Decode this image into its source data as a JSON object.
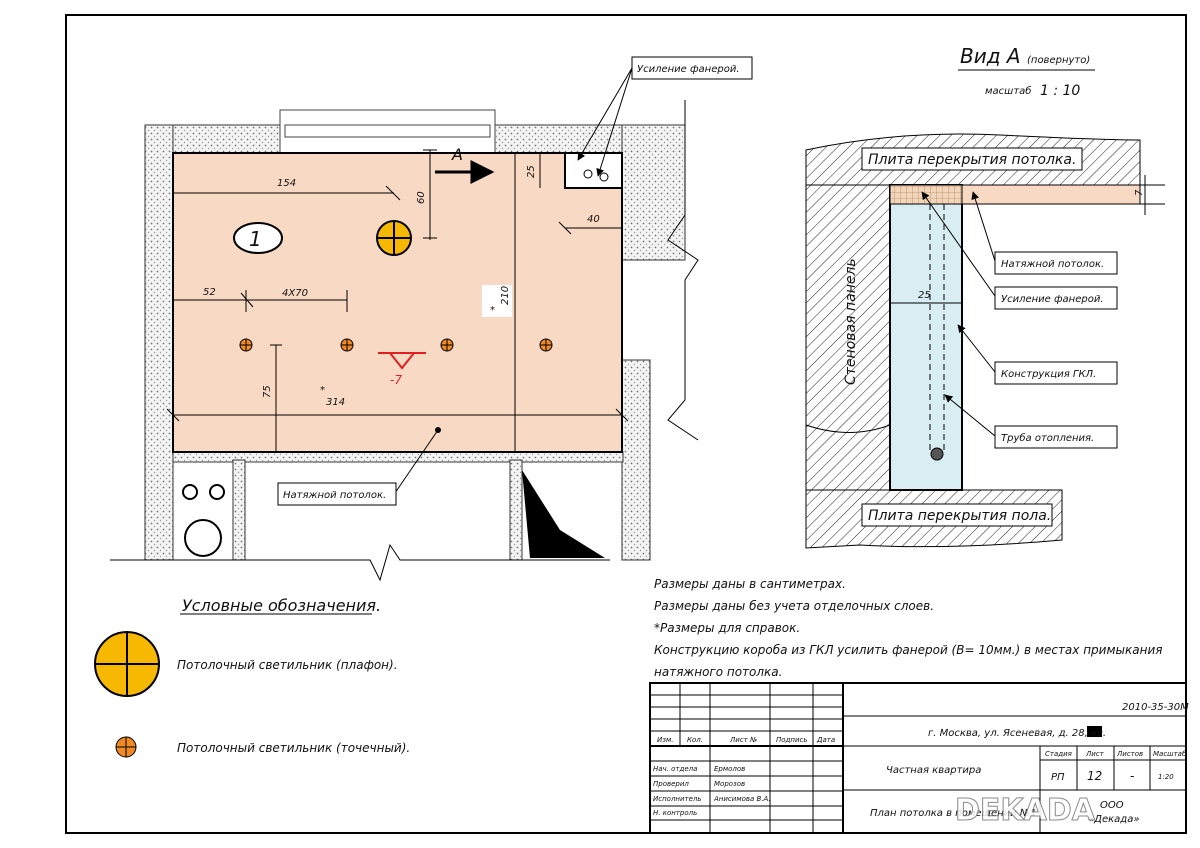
{
  "colors": {
    "room_fill": "#f7d9c4",
    "gkl_fill": "#d9eef2",
    "lamp_big": "#f6b800",
    "lamp_small": "#f08a24",
    "mark_red": "#e02020"
  },
  "plan": {
    "view_marker": "А",
    "room_number": "1",
    "level_mark": "-7",
    "dims": {
      "d154": "154",
      "d60": "60",
      "d25": "25",
      "d40": "40",
      "d52": "52",
      "d4x70": "4X70",
      "d210": "210",
      "d75": "75",
      "d314": "314",
      "star": "*"
    },
    "label_plywood": "Усиление фанерой.",
    "label_ceiling": "Натяжной потолок."
  },
  "section": {
    "title": "Вид А",
    "title_note": "(повернуто)",
    "scale_label": "масштаб",
    "scale_value": "1 : 10",
    "ceiling_slab": "Плита перекрытия потолка.",
    "floor_slab": "Плита перекрытия пола.",
    "wall_panel": "Стеновая панель",
    "dim_25": "25",
    "dim_7": "7",
    "callouts": {
      "ceiling": "Натяжной потолок.",
      "plywood": "Усиление фанерой.",
      "gkl": "Конструкция ГКЛ.",
      "pipe": "Труба отопления."
    }
  },
  "legend": {
    "title": "Условные обозначения.",
    "big_lamp": "Потолочный светильник (плафон).",
    "small_lamp": "Потолочный светильник (точечный)."
  },
  "notes": {
    "n1": "Размеры даны в сантиметрах.",
    "n2": "Размеры даны без учета отделочных слоев.",
    "n3": "*Размеры для справок.",
    "n4": "Конструкцию короба из ГКЛ усилить фанерой (В= 10мм.) в местах примыкания",
    "n5": "натяжного потолка."
  },
  "title_block": {
    "doc_code": "2010-35-30М",
    "address": "г. Москва, ул. Ясеневая, д. 28, кв.",
    "headers": {
      "izm": "Изм.",
      "kol": "Кол.",
      "list": "Лист №",
      "podp": "Подпись",
      "data": "Дата"
    },
    "roles": {
      "r1": "Нач. отдела",
      "r2": "Проверил",
      "r3": "Исполнитель",
      "r4": "Н. контроль"
    },
    "names": {
      "n1": "Ермолов",
      "n2": "Морозов",
      "n3": "Анисимова В.А."
    },
    "object": "Частная квартира",
    "stage_h": "Стадия",
    "sheet_h": "Лист",
    "sheets_h": "Листов",
    "scale_h": "Масштаб",
    "stage": "РП",
    "sheet": "12",
    "sheets": "-",
    "scale": "1:20",
    "drawing": "План потолка в помещении №1",
    "org1": "ООО",
    "org2": "«Декада»",
    "watermark": "DEKADA"
  }
}
